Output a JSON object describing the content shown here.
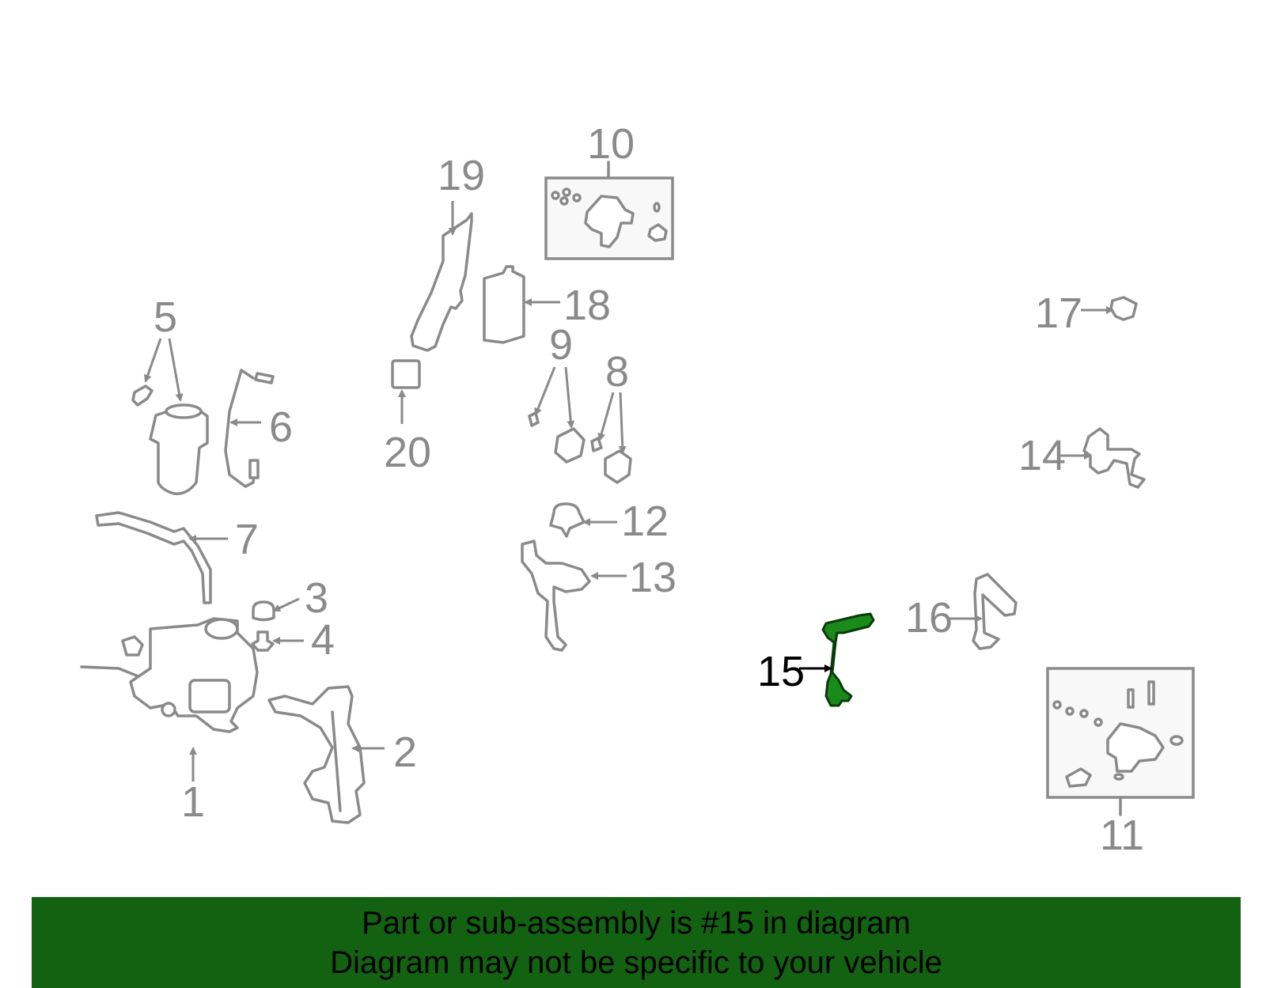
{
  "labels": {
    "p1": "1",
    "p2": "2",
    "p3": "3",
    "p4": "4",
    "p5": "5",
    "p6": "6",
    "p7": "7",
    "p8": "8",
    "p9": "9",
    "p10": "10",
    "p11": "11",
    "p12": "12",
    "p13": "13",
    "p14": "14",
    "p15": "15",
    "p16": "16",
    "p17": "17",
    "p18": "18",
    "p19": "19",
    "p20": "20"
  },
  "highlight": {
    "part": "15",
    "color": "#1a8a1a"
  },
  "banner": {
    "line1": "Part or sub-assembly is #15 in diagram",
    "line2": "Diagram may not be specific to your vehicle",
    "background": "#126212"
  }
}
